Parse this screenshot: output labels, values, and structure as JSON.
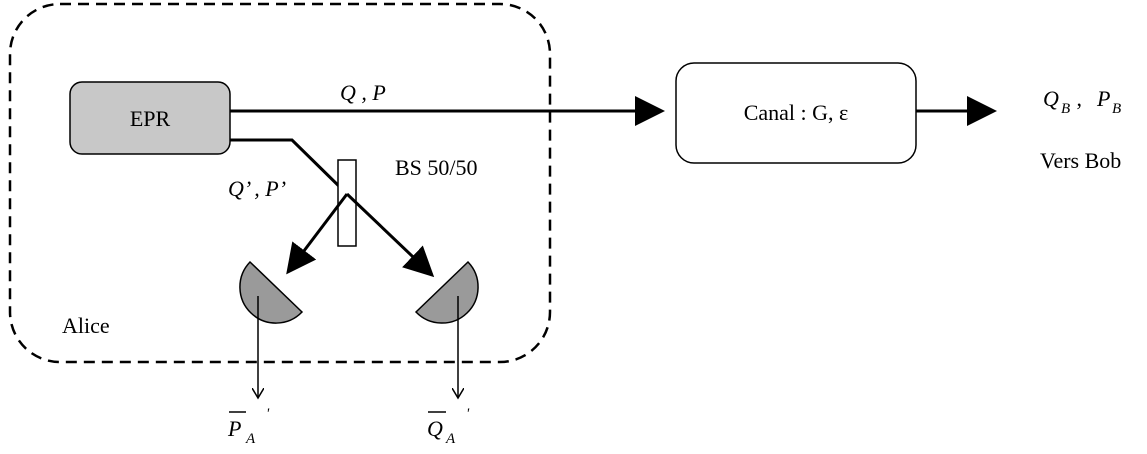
{
  "labels": {
    "epr": "EPR",
    "main_beam": "Q , P",
    "split_beam": "Q’ , P’",
    "beam_splitter": "BS 50/50",
    "alice": "Alice",
    "channel": "Canal :  G, ε",
    "bob_q": "Q",
    "bob_q_sub": "B",
    "bob_sep": " , ",
    "bob_p": "P",
    "bob_p_sub": "B",
    "to_bob": "Vers Bob",
    "out_p": "P",
    "out_p_sub": "A",
    "out_p_prime": "'",
    "out_q": "Q",
    "out_q_sub": "A",
    "out_q_prime": "'"
  },
  "colors": {
    "epr_fill": "#c8c8c8",
    "detector_fill": "#9a9a9a",
    "stroke": "#000000"
  }
}
